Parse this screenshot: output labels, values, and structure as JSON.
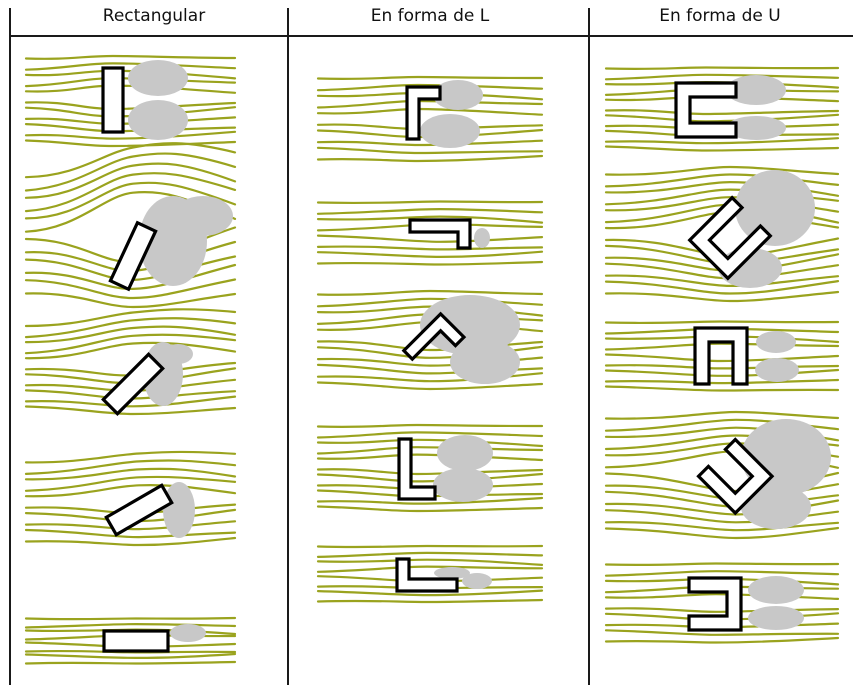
{
  "columns": [
    {
      "heading": "Rectangular"
    },
    {
      "heading": "En forma de L"
    },
    {
      "heading": "En forma de U"
    }
  ],
  "colors": {
    "streamline": "#9aa31e",
    "wake": "#c8c8c8",
    "obstacle_fill": "#ffffff",
    "obstacle_stroke": "#000000",
    "grid": "#1a1a1a"
  }
}
